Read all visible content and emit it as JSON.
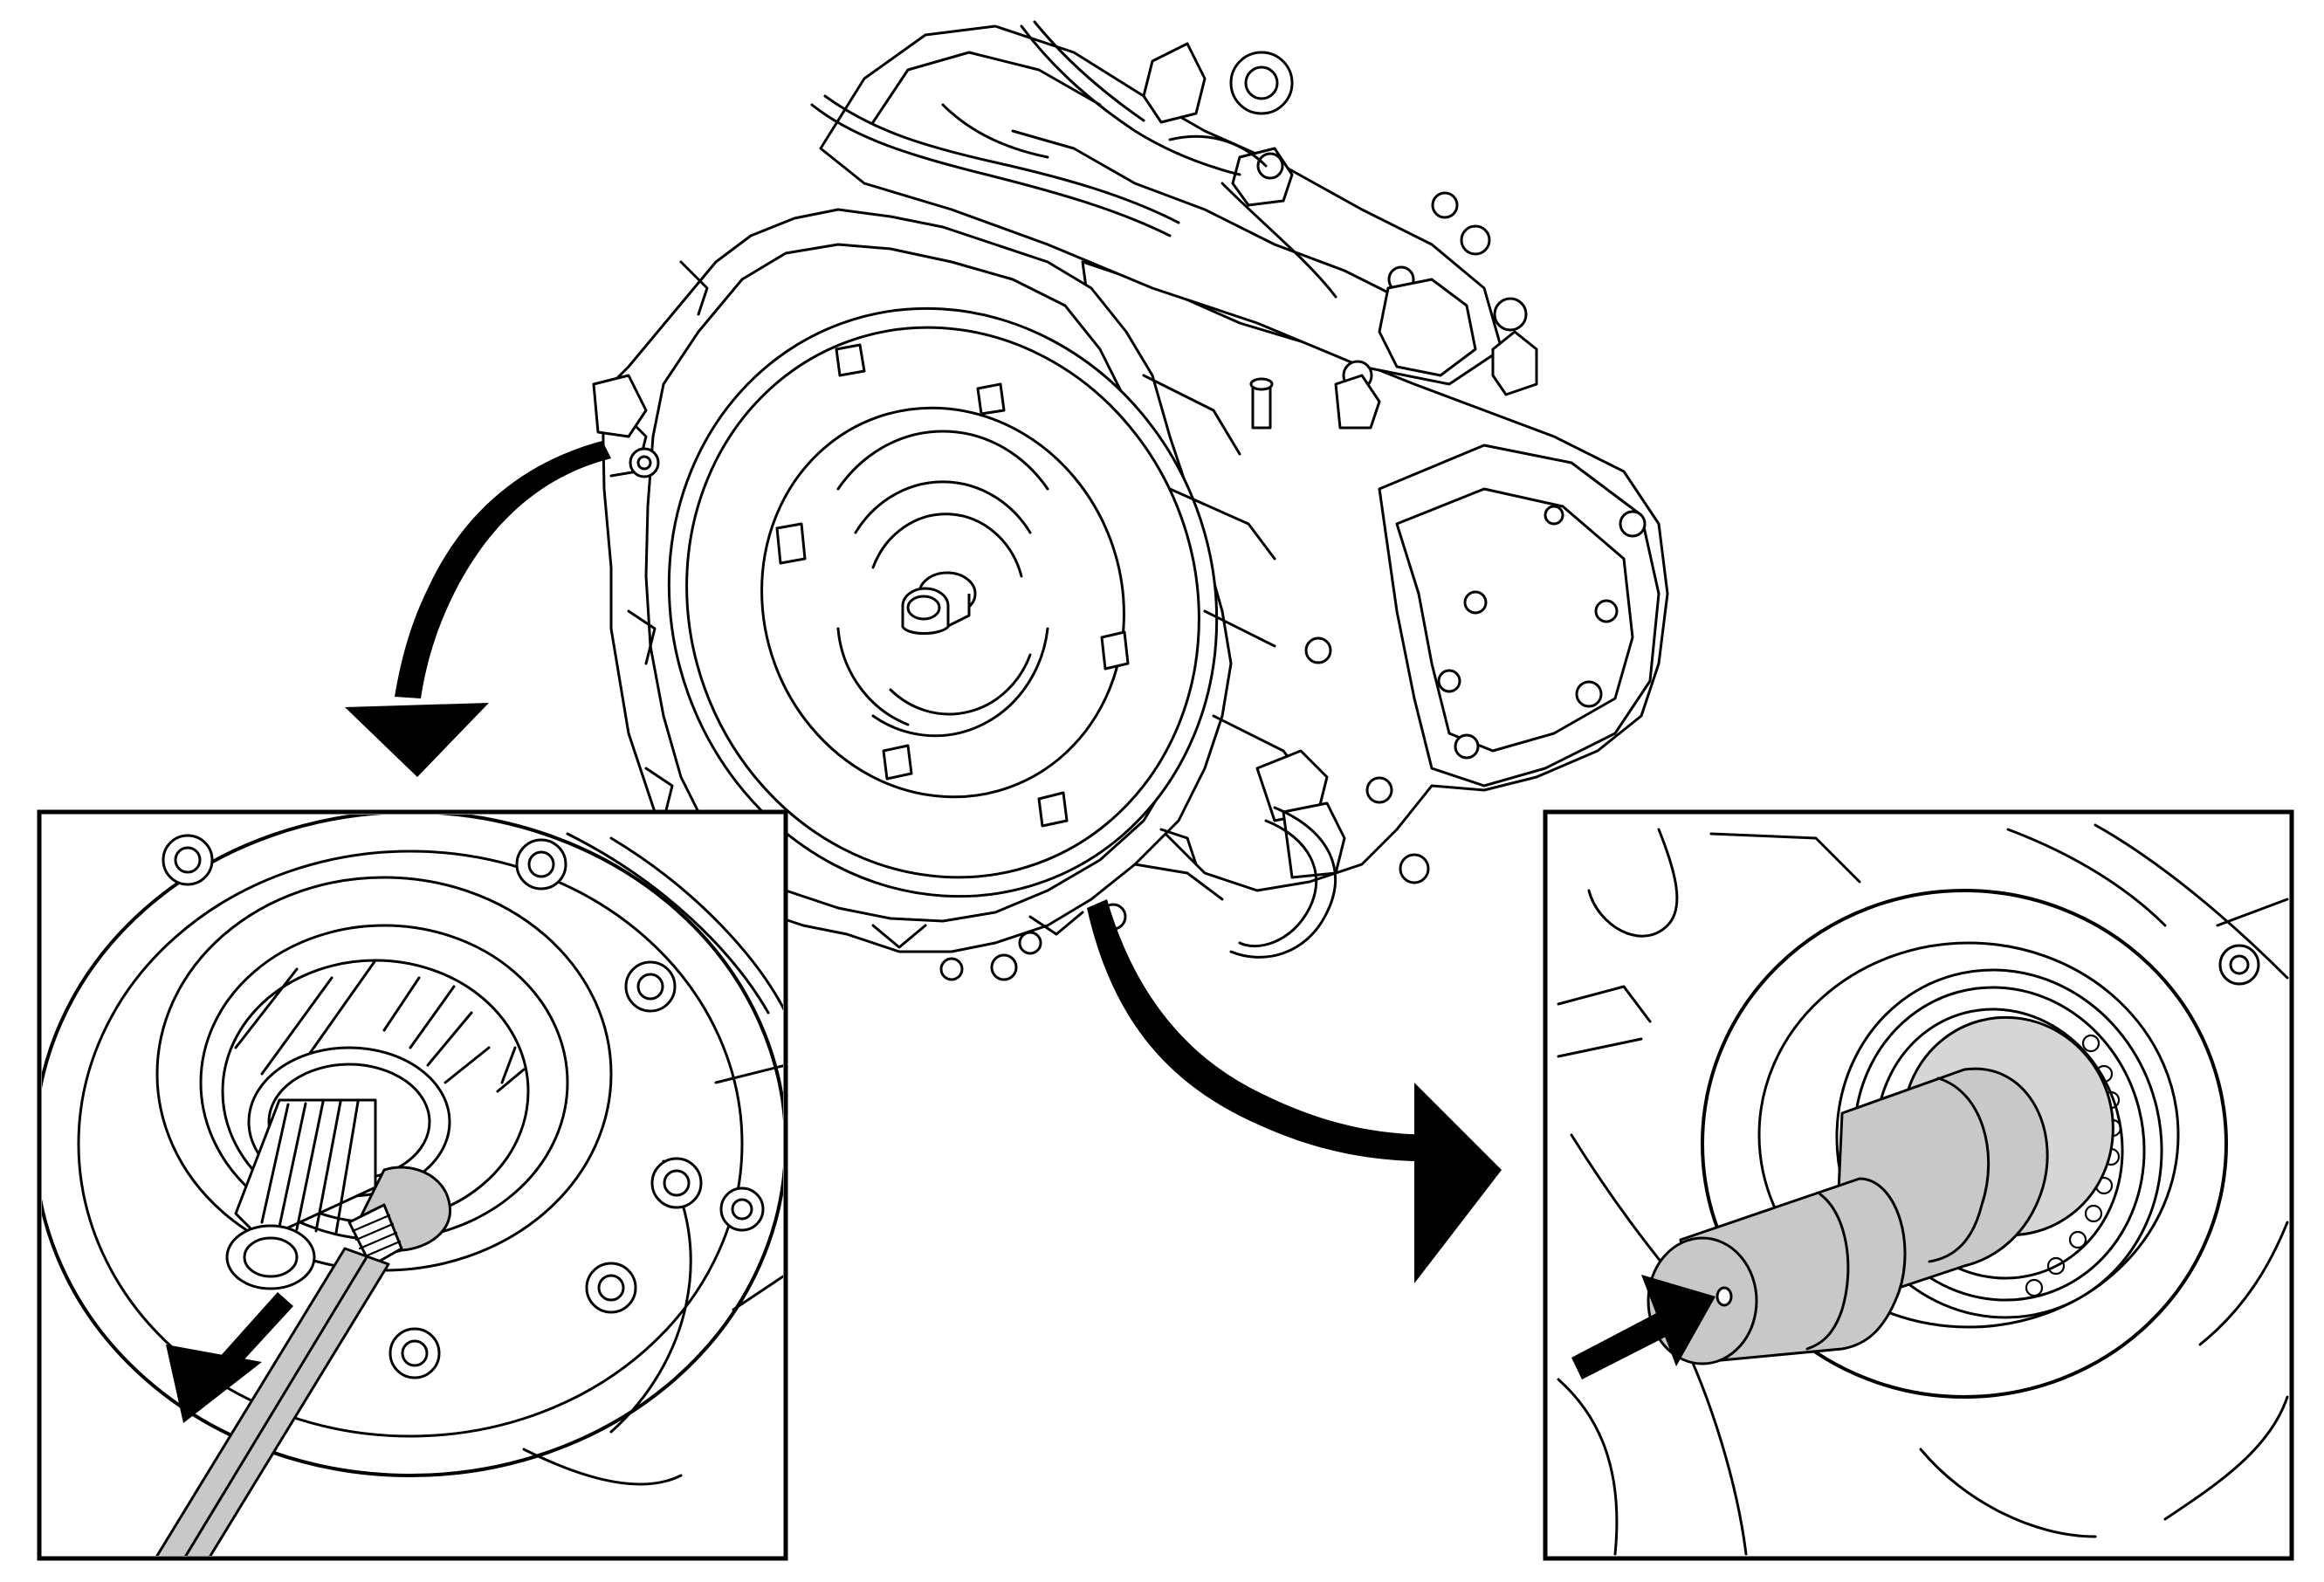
{
  "figure": {
    "background": "#ffffff",
    "line_color": "#000000",
    "tool_fill": "#c8c8c8",
    "parts": [
      {
        "name": "transaxle-assembly",
        "icon": "transaxle-icon"
      },
      {
        "name": "detail-left-oil-seal-removal",
        "icon": "oil-seal-puller-icon",
        "arrow": "pull-outward-arrow"
      },
      {
        "name": "detail-right-oil-seal-installation",
        "icon": "seal-installer-drift-icon",
        "arrow": "push-inward-arrow"
      }
    ]
  }
}
